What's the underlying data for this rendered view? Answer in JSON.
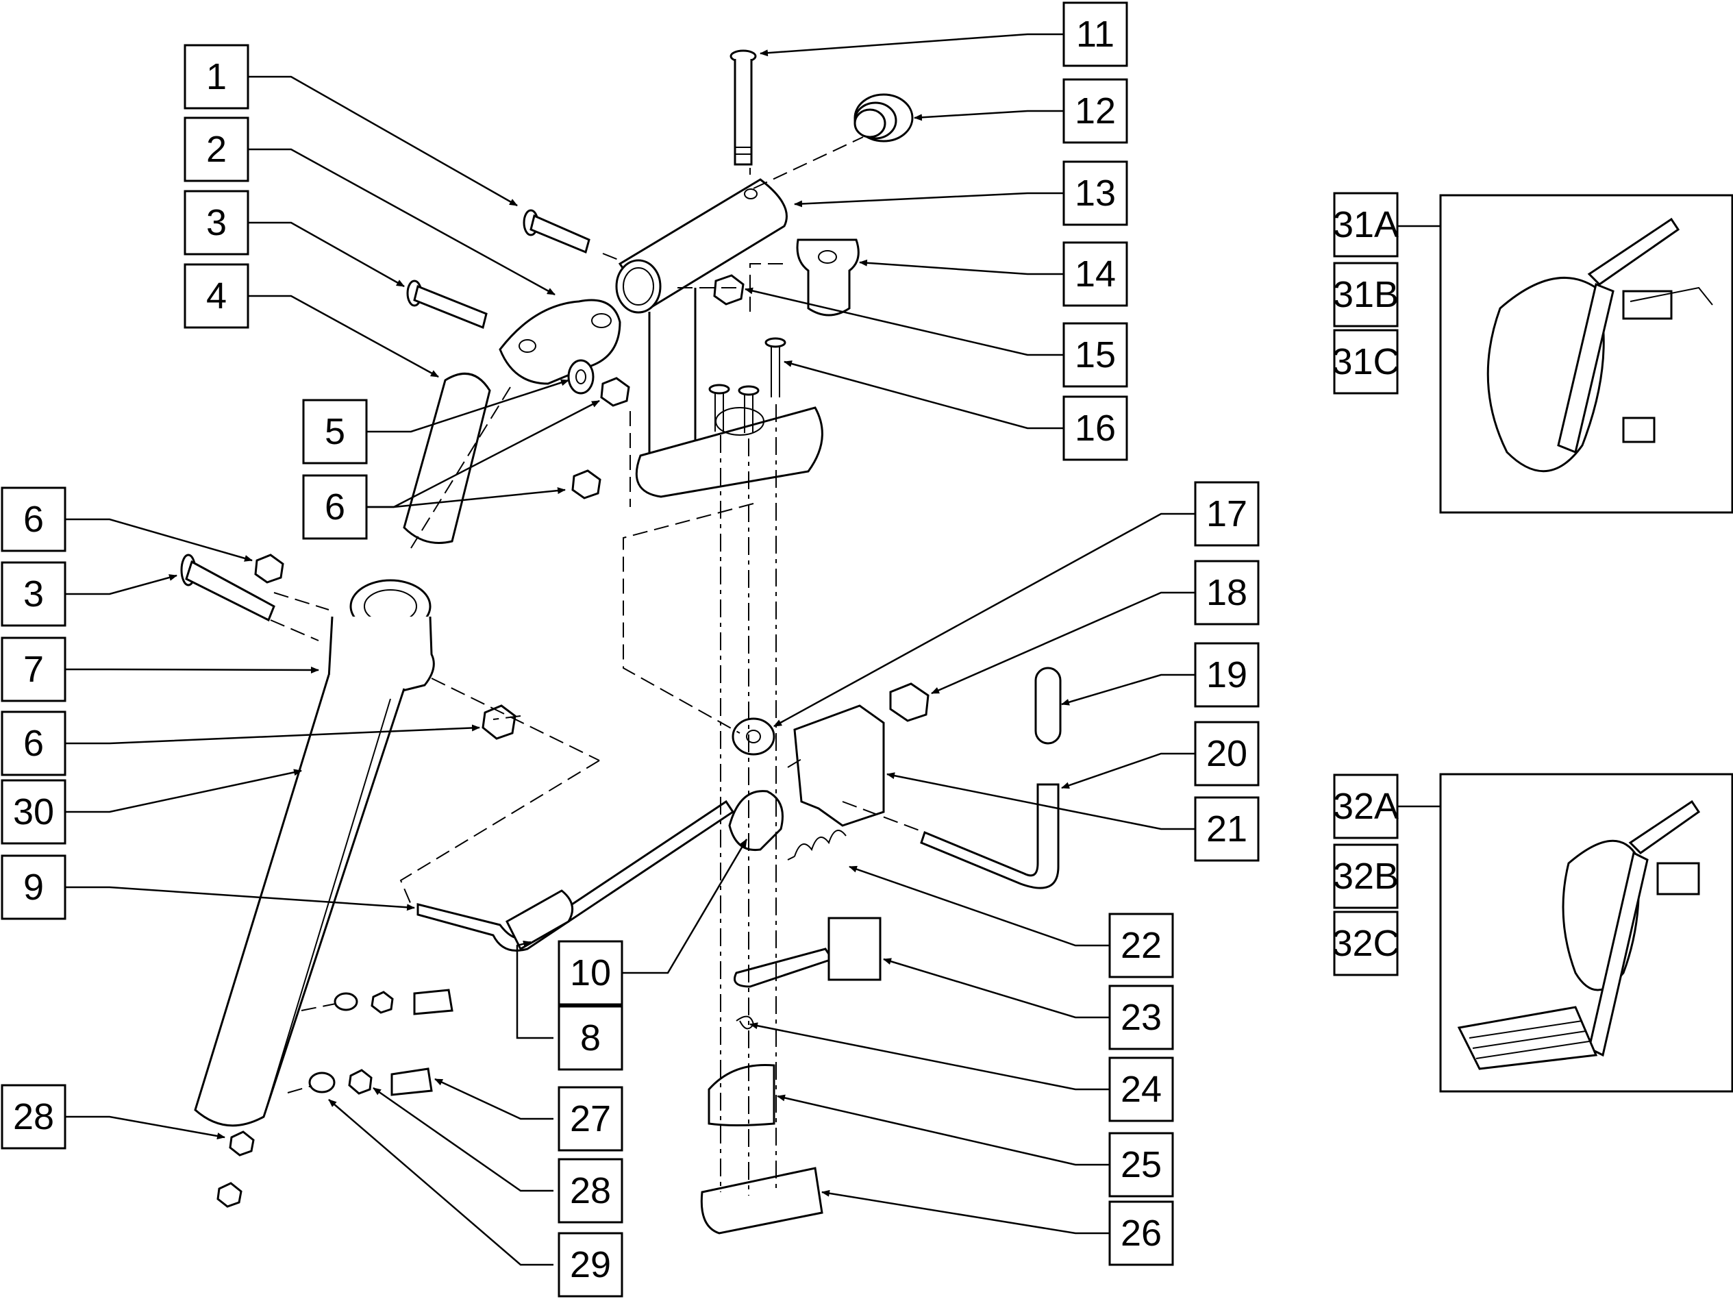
{
  "callouts": {
    "c1": "1",
    "c2": "2",
    "c3a": "3",
    "c4": "4",
    "c5": "5",
    "c6a": "6",
    "c6b": "6",
    "c3b": "3",
    "c7": "7",
    "c6c": "6",
    "c30": "30",
    "c9": "9",
    "c10": "10",
    "c8": "8",
    "c28a": "28",
    "c27": "27",
    "c28b": "28",
    "c29": "29",
    "c11": "11",
    "c12": "12",
    "c13": "13",
    "c14": "14",
    "c15": "15",
    "c16": "16",
    "c17": "17",
    "c18": "18",
    "c19": "19",
    "c20": "20",
    "c21": "21",
    "c22": "22",
    "c23": "23",
    "c24": "24",
    "c25": "25",
    "c26": "26",
    "c31a": "31A",
    "c31b": "31B",
    "c31c": "31C",
    "c32a": "32A",
    "c32b": "32B",
    "c32c": "32C"
  }
}
